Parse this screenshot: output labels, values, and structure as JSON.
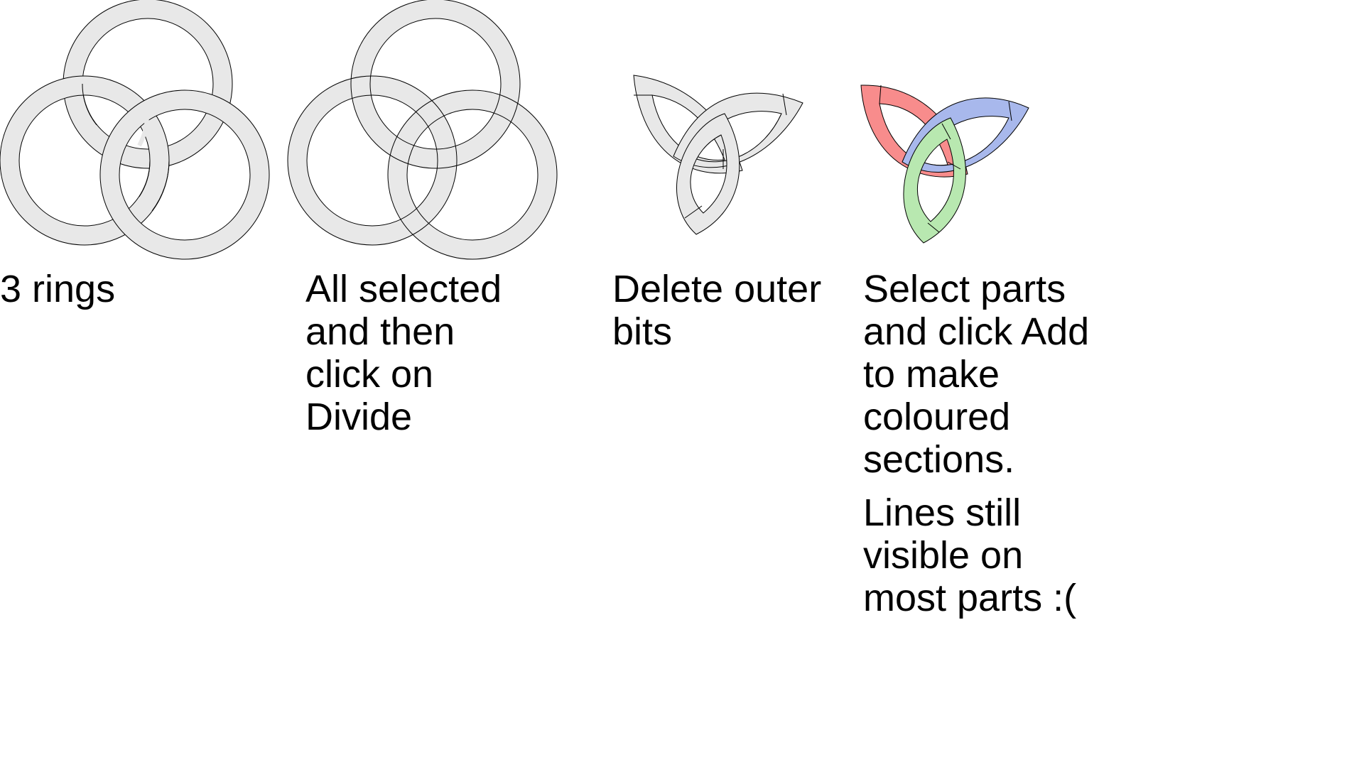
{
  "colors": {
    "ring_fill": "#e8e8e8",
    "stroke": "#000000",
    "red": "#f88c8c",
    "blue": "#a8b8ec",
    "green": "#b8e8b0"
  },
  "captions": {
    "step1": [
      "3 rings"
    ],
    "step2": [
      "All selected",
      "and then",
      "click on",
      "Divide"
    ],
    "step3": [
      "Delete outer",
      "bits"
    ],
    "step4": [
      "Select parts",
      "and click Add",
      "to make",
      "coloured",
      "sections."
    ],
    "step4_note": [
      "Lines still",
      "visible on",
      "most parts :("
    ]
  }
}
